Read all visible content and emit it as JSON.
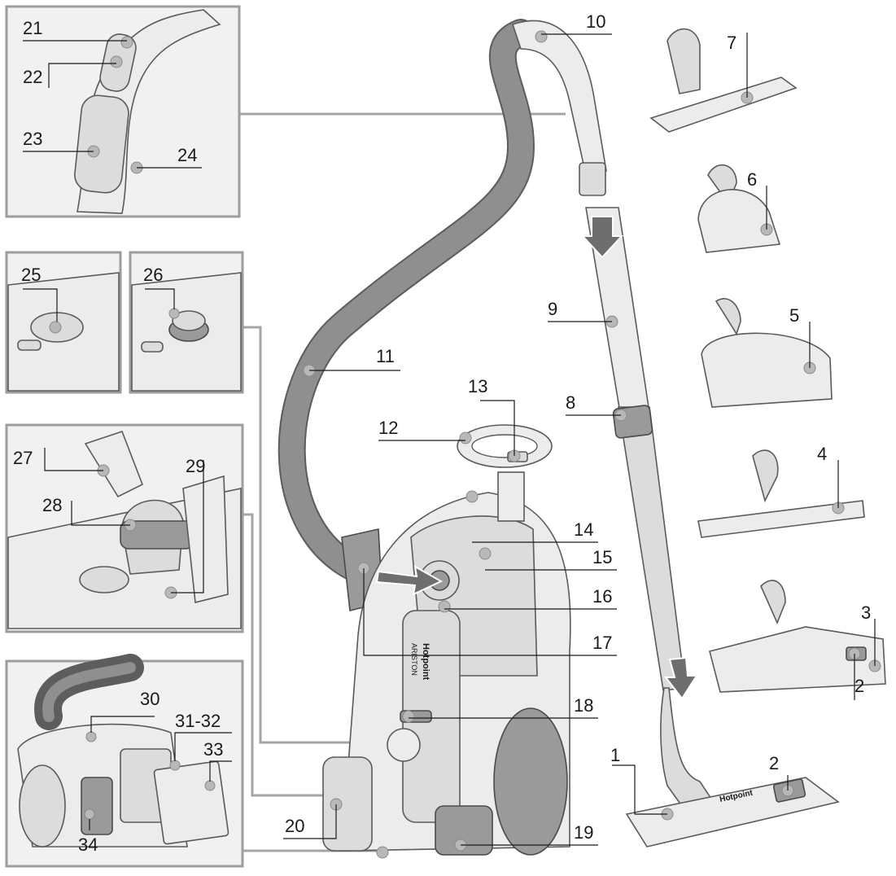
{
  "callouts": {
    "n1": "1",
    "n2a": "2",
    "n2b": "2",
    "n3": "3",
    "n4": "4",
    "n5": "5",
    "n6": "6",
    "n7": "7",
    "n8": "8",
    "n9": "9",
    "n10": "10",
    "n11": "11",
    "n12": "12",
    "n13": "13",
    "n14": "14",
    "n15": "15",
    "n16": "16",
    "n17": "17",
    "n18": "18",
    "n19": "19",
    "n20": "20",
    "n21": "21",
    "n22": "22",
    "n23": "23",
    "n24": "24",
    "n25": "25",
    "n26": "26",
    "n27": "27",
    "n28": "28",
    "n29": "29",
    "n30": "30",
    "n3132": "31-32",
    "n33": "33",
    "n34": "34"
  },
  "brand": {
    "line1": "Hotpoint",
    "line2": "ARISTON"
  },
  "colors": {
    "frame_border": "#9d9d9d",
    "appliance_body": "#dcdcdc",
    "hose": "#8f8f8f",
    "indicator_dot": "#b8b8b8"
  }
}
